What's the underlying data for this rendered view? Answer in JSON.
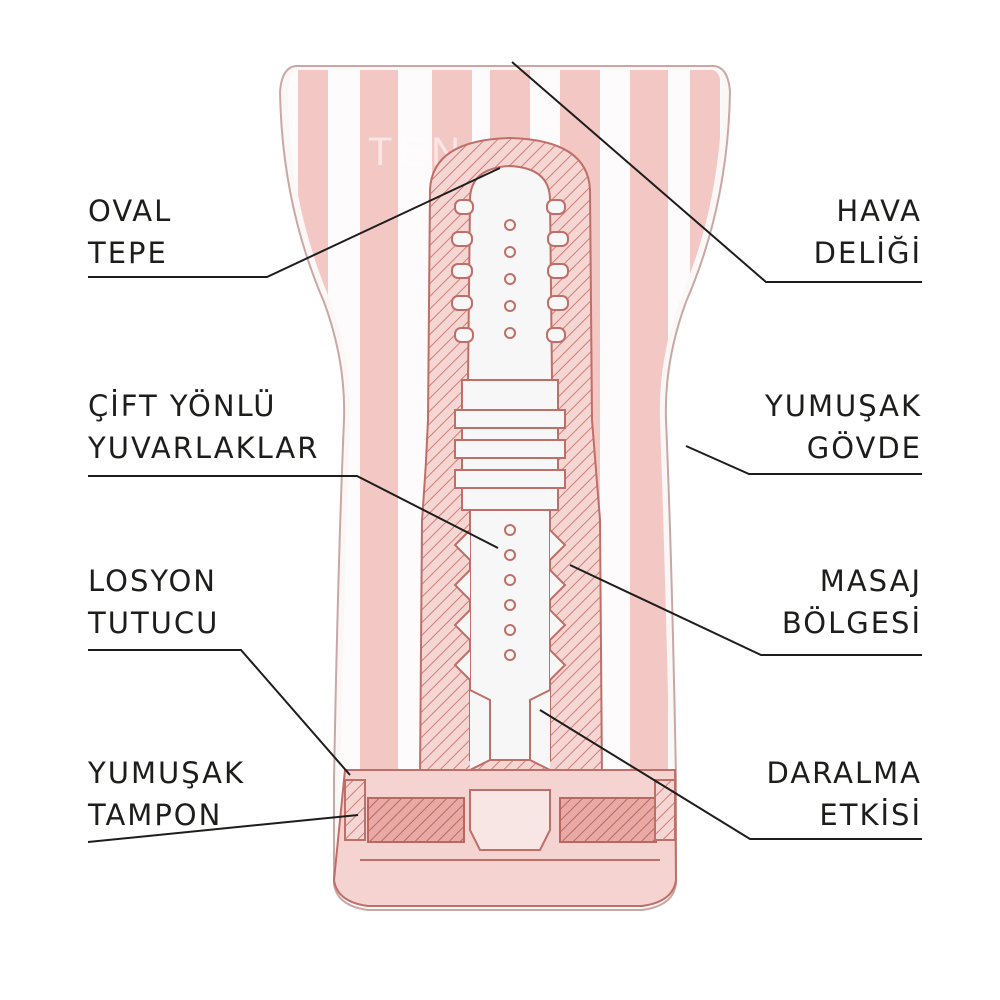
{
  "labels": {
    "oval_tepe": [
      "OVAL",
      "TEPE"
    ],
    "cift_yonlu": [
      "ÇİFT YÖNLÜ",
      "YUVARLAKLAR"
    ],
    "losyon": [
      "LOSYON",
      "TUTUCU"
    ],
    "tampon": [
      "YUMUŞAK",
      "TAMPON"
    ],
    "hava": [
      "HAVA",
      "DELİĞİ"
    ],
    "govde": [
      "YUMUŞAK",
      "GÖVDE"
    ],
    "masaj": [
      "MASAJ",
      "BÖLGESİ"
    ],
    "daralma": [
      "DARALMA",
      "ETKİSİ"
    ]
  },
  "product_print": {
    "brand": "TENGA"
  },
  "colors": {
    "pink": "#f2c3c0",
    "pink_dark": "#e59c97",
    "outline": "#c98b86",
    "line": "#1d1d1b",
    "hatch": "#d77f7a"
  }
}
